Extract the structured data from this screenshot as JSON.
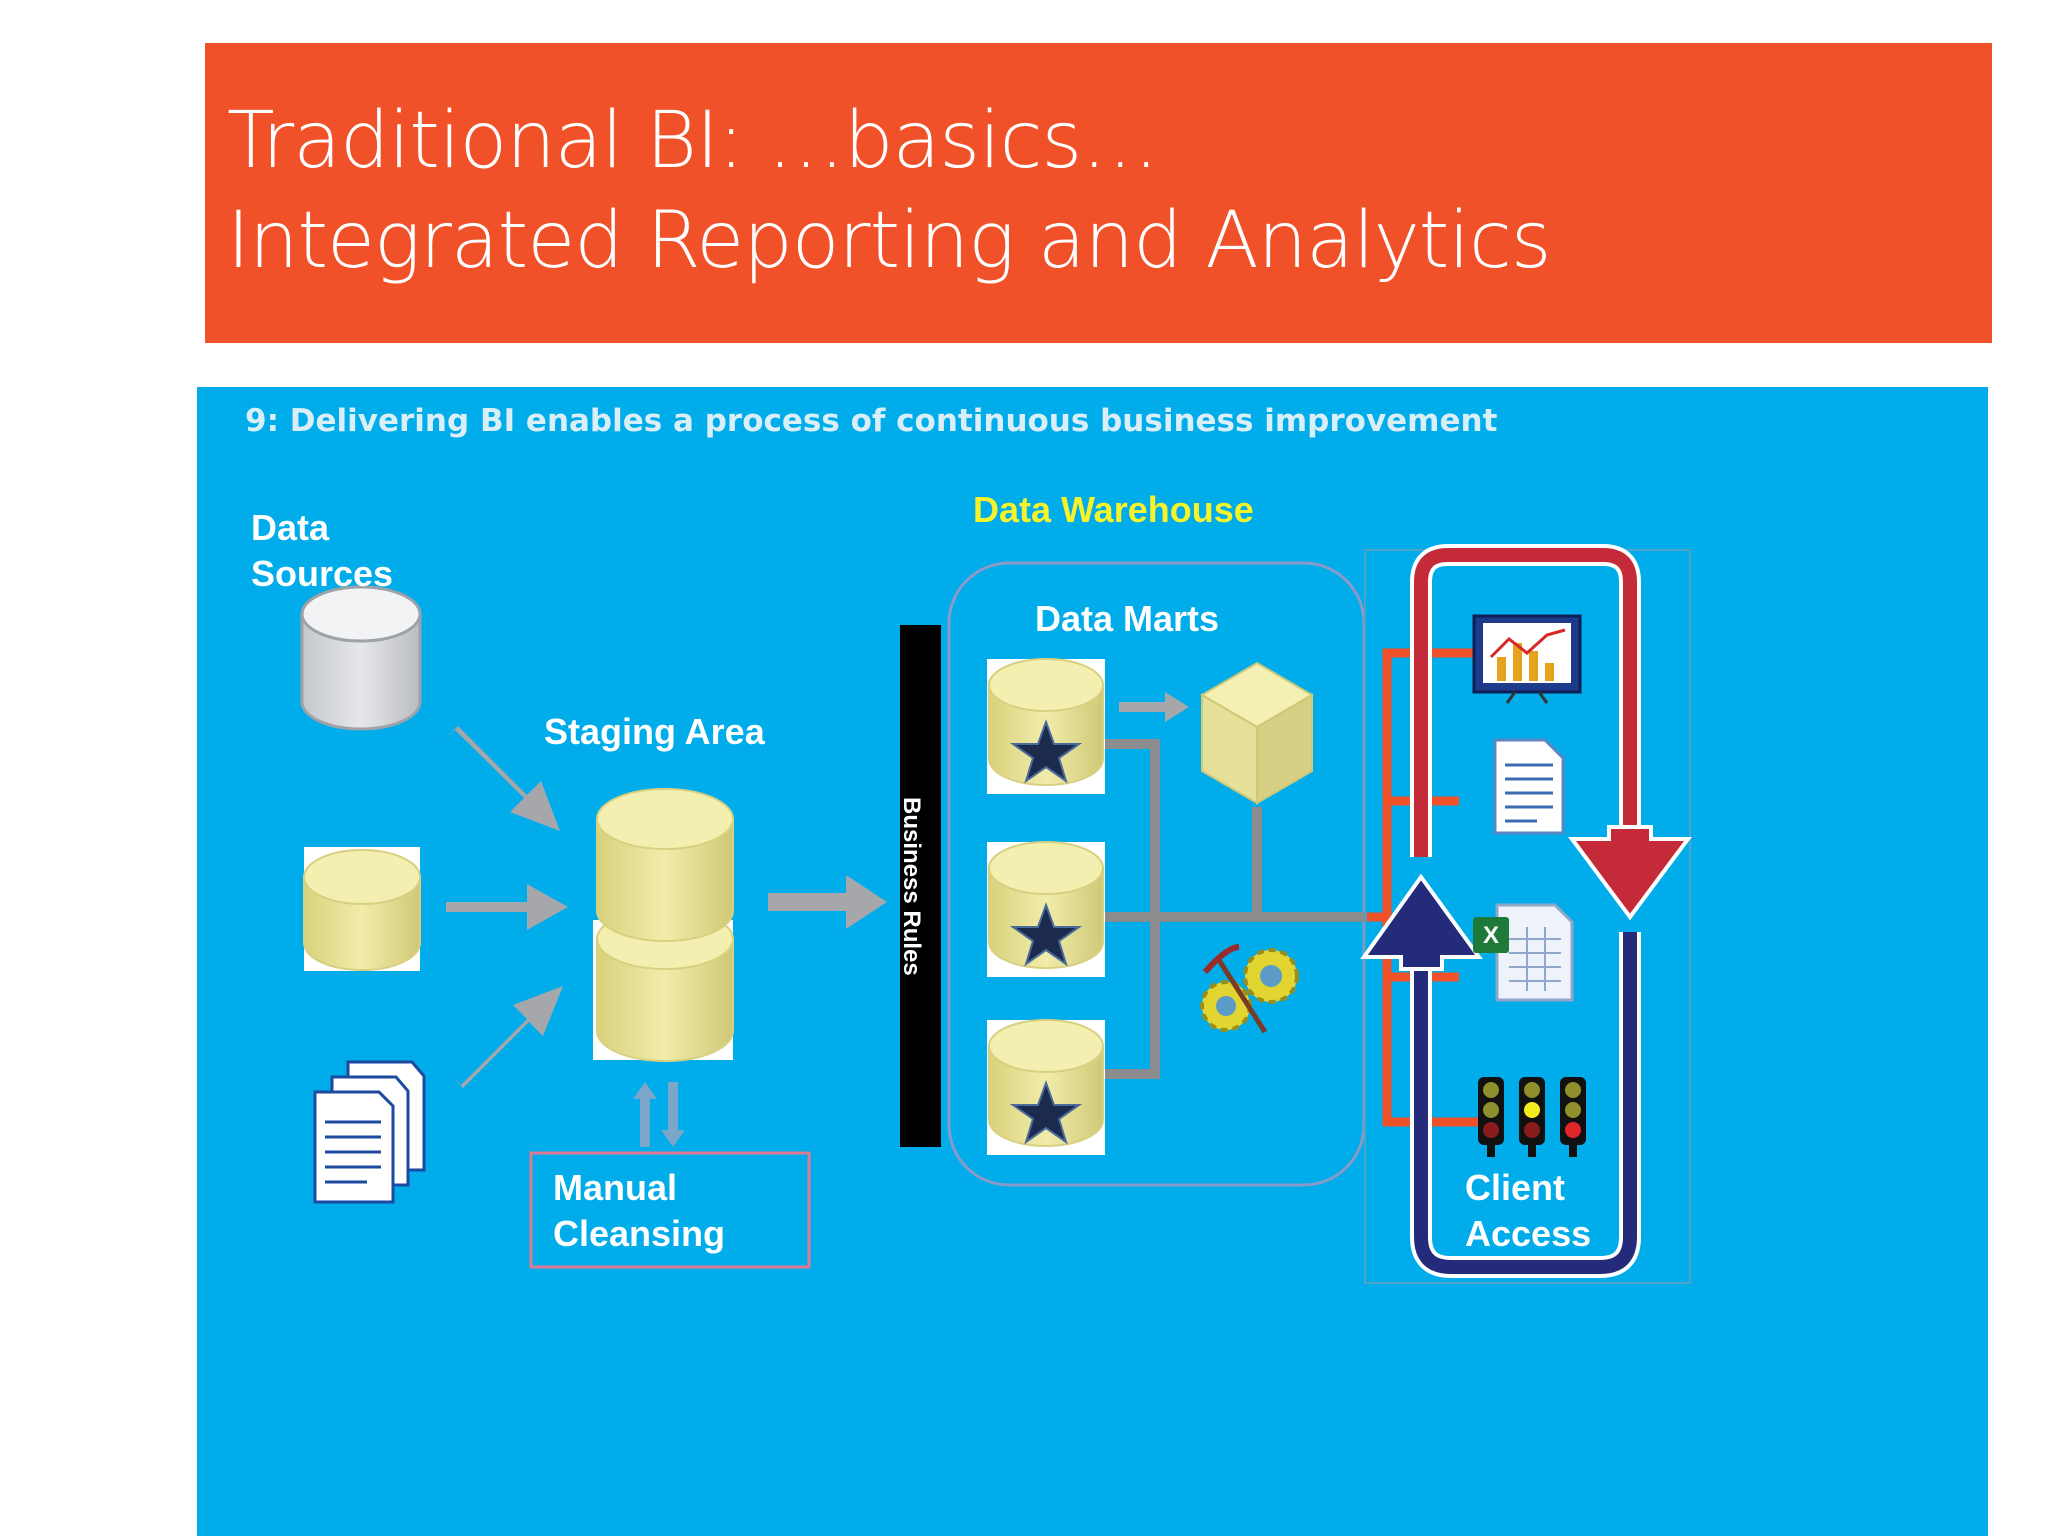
{
  "slide": {
    "title_line1": "Traditional BI:  …basics…",
    "title_line2": "Integrated Reporting and Analytics"
  },
  "diagram": {
    "subtitle": "9: Delivering BI enables a process of continuous business improvement",
    "data_sources_line1": "Data",
    "data_sources_line2": "Sources",
    "staging_area": "Staging Area",
    "manual_cleansing_line1": "Manual",
    "manual_cleansing_line2": "Cleansing",
    "business_rules": "Business Rules",
    "data_warehouse": "Data Warehouse",
    "data_marts": "Data Marts",
    "client_access_line1": "Client",
    "client_access_line2": "Access"
  },
  "colors": {
    "title_bg": "#f05129",
    "panel_bg": "#00acea",
    "cylinder": "#eee9a0",
    "loop_red": "#c42a37",
    "loop_blue": "#232b7a",
    "connector_orange": "#f05129",
    "warehouse_label": "#f6f32a"
  }
}
